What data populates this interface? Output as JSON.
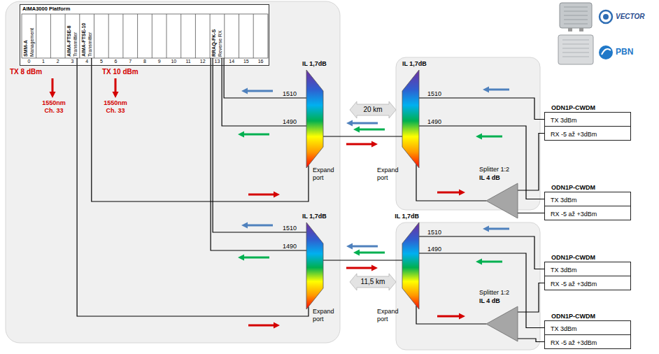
{
  "diagram": {
    "nodes": [
      {
        "text": [
          "AIMA3000 Platform"
        ]
      },
      {
        "text": [
          "SMM-A",
          "Management"
        ],
        "in": 0
      },
      {
        "text": [
          "AIMA-FTSE-8",
          "Transmitter"
        ],
        "in": 0
      },
      {
        "text": [
          "AIMA-FTSE-10",
          "Transmitter"
        ],
        "in": 0
      },
      {
        "text": [
          "RRAQ-FK-S",
          "Reverse RX"
        ],
        "in": 0
      },
      {
        "text": [
          "IL 1,7dB",
          "Expand port"
        ]
      },
      {
        "text": [
          "IL 1,7dB",
          "Expand port"
        ]
      },
      {
        "text": [
          "Splitter 1:2",
          "IL 4 dB"
        ]
      },
      {
        "text": [
          "ODN1P-CWDM"
        ]
      },
      {
        "text": [
          "TX 3dBm"
        ],
        "in": 8
      },
      {
        "text": [
          "RX -5 až +3dBm"
        ],
        "in": 8
      },
      {
        "text": [
          "ODN1P-CWDM"
        ]
      },
      {
        "text": [
          "TX 3dBm"
        ],
        "in": 11
      },
      {
        "text": [
          "RX -5 až +3dBm"
        ],
        "in": 11
      },
      {
        "text": [
          "IL 1,7dB",
          "Expand port"
        ]
      },
      {
        "text": [
          "IL 1,7dB",
          "Expand port"
        ]
      },
      {
        "text": [
          "Splitter 1:2",
          "IL 4 dB"
        ]
      },
      {
        "text": [
          "ODN1P-CWDM"
        ]
      },
      {
        "text": [
          "TX 3dBm"
        ],
        "in": 17
      },
      {
        "text": [
          "RX -5 až +3dBm"
        ],
        "in": 17
      },
      {
        "text": [
          "ODN1P-CWDM"
        ]
      },
      {
        "text": [
          "TX 3dBm"
        ],
        "in": 20
      },
      {
        "text": [
          "RX -5 až +3dBm"
        ],
        "in": 20
      }
    ],
    "edges": [
      {
        "from": 3,
        "to": 5,
        "arrow": "none"
      },
      {
        "from": 4,
        "to": 5,
        "label": "1510",
        "arrow": "none"
      },
      {
        "from": 4,
        "to": 5,
        "label": "1490",
        "arrow": "none"
      },
      {
        "from": 5,
        "to": 6,
        "arrow": "none"
      },
      {
        "from": 6,
        "to": 9,
        "label": "1510",
        "arrow": "none"
      },
      {
        "from": 6,
        "to": 12,
        "label": "1490",
        "arrow": "none"
      },
      {
        "from": 6,
        "to": 7,
        "arrow": "none"
      },
      {
        "from": 7,
        "to": 10,
        "arrow": "none"
      },
      {
        "from": 7,
        "to": 13,
        "arrow": "none"
      },
      {
        "from": 2,
        "to": 14,
        "arrow": "none"
      },
      {
        "from": 4,
        "to": 14,
        "label": "1510",
        "arrow": "none"
      },
      {
        "from": 4,
        "to": 14,
        "label": "1490",
        "arrow": "none"
      },
      {
        "from": 14,
        "to": 15,
        "arrow": "none"
      },
      {
        "from": 15,
        "to": 18,
        "label": "1510",
        "arrow": "none"
      },
      {
        "from": 15,
        "to": 21,
        "label": "1490",
        "arrow": "none"
      },
      {
        "from": 15,
        "to": 16,
        "arrow": "none"
      },
      {
        "from": 16,
        "to": 19,
        "arrow": "none"
      },
      {
        "from": 16,
        "to": 22,
        "arrow": "none"
      }
    ],
    "labels": [
      "0",
      "1",
      "2",
      "3",
      "4",
      "5",
      "6",
      "7",
      "8",
      "9",
      "10",
      "11",
      "12",
      "13",
      "14",
      "15",
      "16",
      "TX 8 dBm",
      "1550nm Ch. 33",
      "TX 10 dBm",
      "1550nm Ch. 33",
      "20 km",
      "11,5 km",
      "VECTOR",
      "PBN"
    ]
  }
}
